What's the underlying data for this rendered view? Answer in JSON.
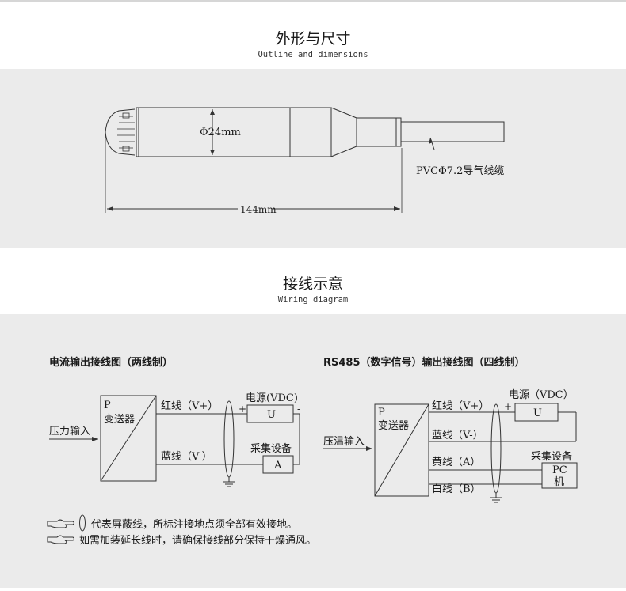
{
  "outline": {
    "title_cn": "外形与尺寸",
    "title_en": "Outline and dimensions",
    "diameter_label": "Φ24mm",
    "cable_label": "PVCΦ7.2导气线缆",
    "length_label": "144mm"
  },
  "wiring": {
    "title_cn": "接线示意",
    "title_en": "Wiring diagram",
    "current": {
      "heading": "电流输出接线图（两线制）",
      "input_label": "压力输入",
      "transmitter_p": "P",
      "transmitter_name": "变送器",
      "red_wire": "红线（V+）",
      "blue_wire": "蓝线（V-）",
      "power_label": "电源(VDC)",
      "plus": "+",
      "minus": "-",
      "u_label": "U",
      "collector_label": "采集设备",
      "a_label": "A"
    },
    "rs485": {
      "heading": "RS485（数字信号）输出接线图（四线制）",
      "input_label": "压温输入",
      "transmitter_p": "P",
      "transmitter_name": "变送器",
      "red_wire": "红线（V+）",
      "blue_wire": "蓝线（V-）",
      "yellow_wire": "黄线（A）",
      "white_wire": "白线（B）",
      "power_label": "电源（VDC）",
      "plus": "+",
      "minus": "-",
      "u_label": "U",
      "collector_label": "采集设备",
      "pc_label": "PC",
      "machine_label": "机"
    },
    "notes": [
      "代表屏蔽线，所标注接地点须全部有效接地。",
      "如需加装延长线时，请确保接线部分保持干燥通风。"
    ]
  }
}
